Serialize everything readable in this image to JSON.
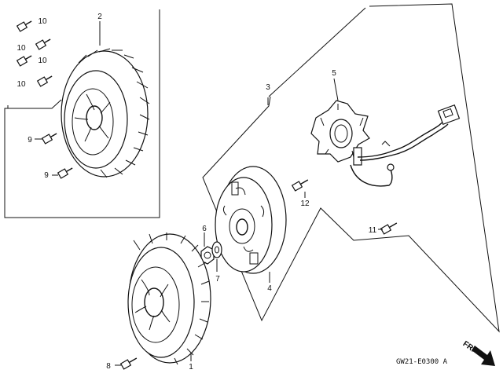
{
  "diagram": {
    "callouts": {
      "c1": "1",
      "c2": "2",
      "c3": "3",
      "c4": "4",
      "c5": "5",
      "c6": "6",
      "c7": "7",
      "c8": "8",
      "c9a": "9",
      "c9b": "9",
      "c10a": "10",
      "c10b": "10",
      "c10c": "10",
      "c10d": "10",
      "c11": "11",
      "c12": "12"
    },
    "diagram_code": "GW21-E0300 A",
    "direction_label": "FR."
  }
}
